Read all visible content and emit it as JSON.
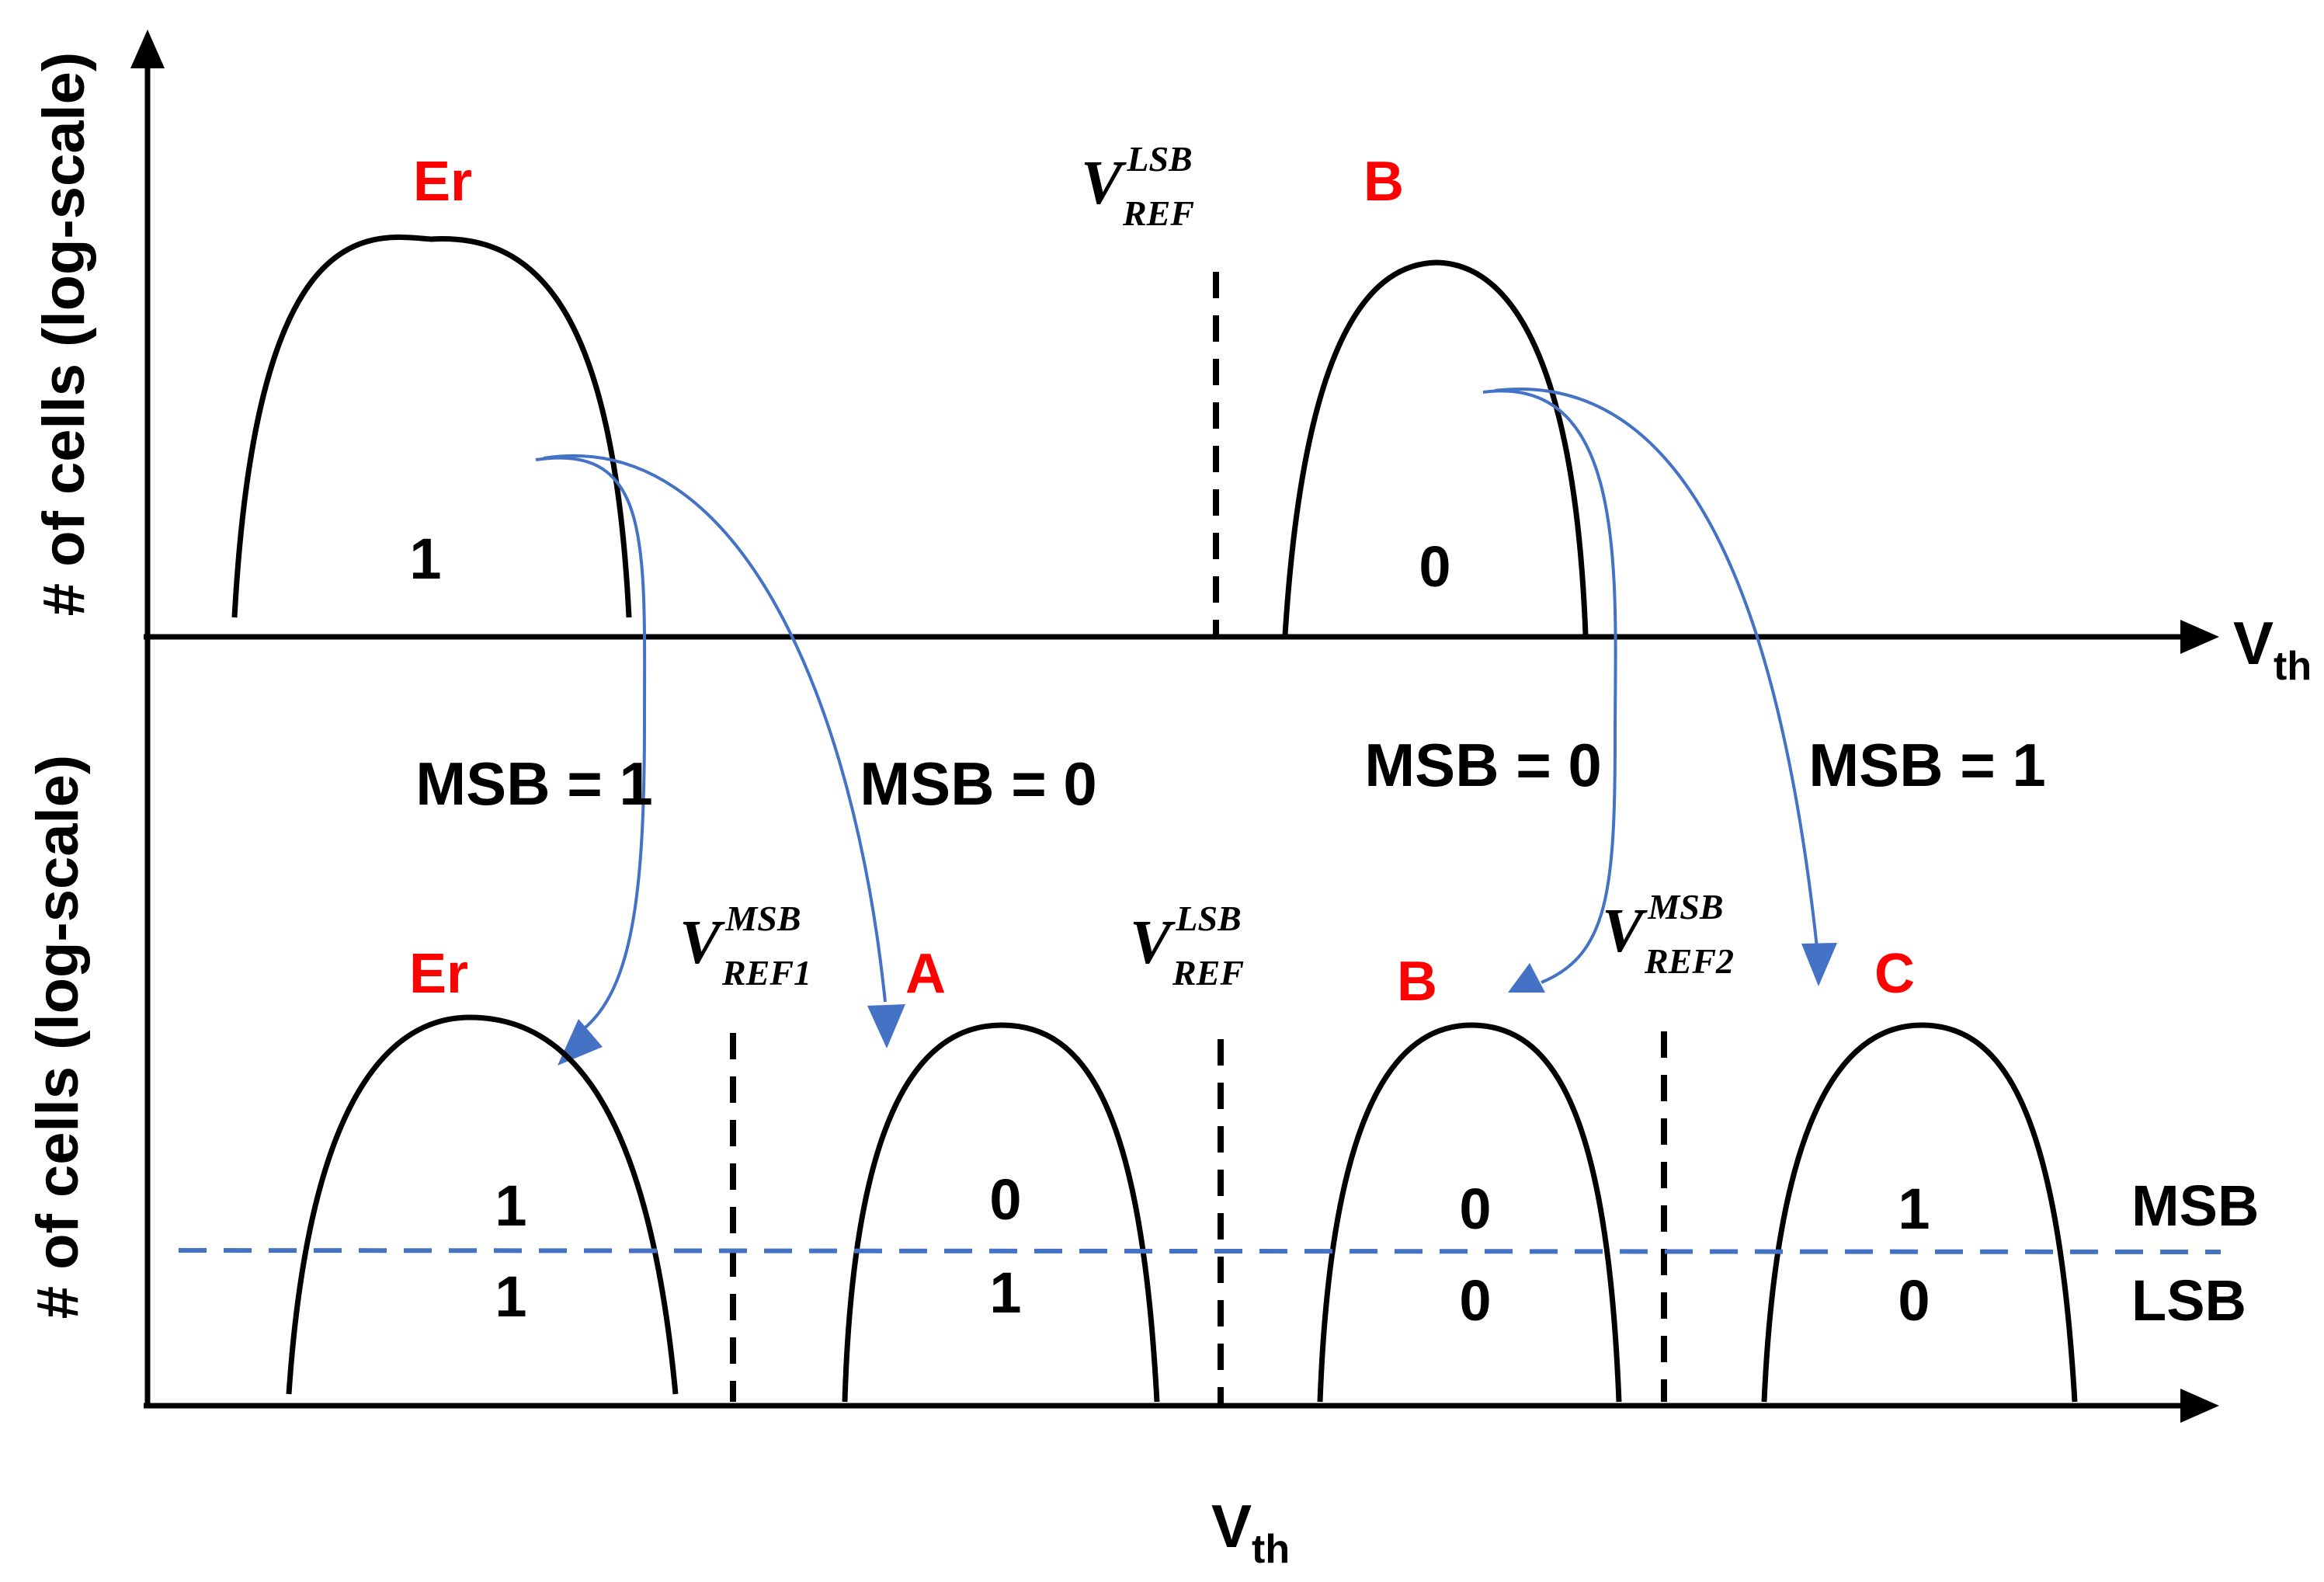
{
  "axes": {
    "y_label_top": "# of cells (log-scale)",
    "y_label_bottom": "# of cells (log-scale)",
    "x_label_top": "V",
    "x_label_top_sub": "th",
    "x_label_bottom": "V",
    "x_label_bottom_sub": "th"
  },
  "top": {
    "states": [
      {
        "name": "Er",
        "bit": "1"
      },
      {
        "name": "B",
        "bit": "0"
      }
    ],
    "vref": {
      "base": "V",
      "sup": "LSB",
      "sub": "REF"
    }
  },
  "transitions": [
    {
      "label": "MSB = 1"
    },
    {
      "label": "MSB = 0"
    },
    {
      "label": "MSB = 0"
    },
    {
      "label": "MSB = 1"
    }
  ],
  "bottom": {
    "states": [
      {
        "name": "Er",
        "msb": "1",
        "lsb": "1"
      },
      {
        "name": "A",
        "msb": "0",
        "lsb": "1"
      },
      {
        "name": "B",
        "msb": "0",
        "lsb": "0"
      },
      {
        "name": "C",
        "msb": "1",
        "lsb": "0"
      }
    ],
    "vrefs": [
      {
        "base": "V",
        "sup": "MSB",
        "sub": "REF1"
      },
      {
        "base": "V",
        "sup": "LSB",
        "sub": "REF"
      },
      {
        "base": "V",
        "sup": "MSB",
        "sub": "REF2"
      }
    ],
    "row_labels": {
      "msb": "MSB",
      "lsb": "LSB"
    }
  },
  "colors": {
    "state_label": "#ff0000",
    "arrow": "#4472c4",
    "divider": "#4472c4",
    "ink": "#000000"
  }
}
